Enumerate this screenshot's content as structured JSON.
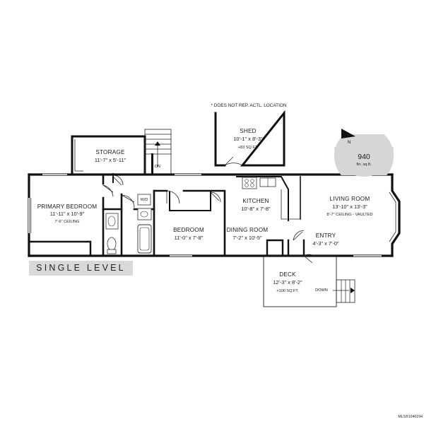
{
  "note": "* DOES NOT REP. ACTL. LOCATION",
  "compass_letter": "N",
  "area": {
    "value": "940",
    "unit": "fin. sq.ft."
  },
  "rooms": {
    "shed": {
      "name": "SHED",
      "dims": "10'-1\" x 8'-3\"",
      "extra": "+83 SQ.FT."
    },
    "storage": {
      "name": "STORAGE",
      "dims": "11'-7\" x 5'-11\""
    },
    "primary_bedroom": {
      "name": "PRIMARY BEDROOM",
      "dims": "11'-11\" x 10'-9\"",
      "ceiling": "7'-6\" CEILING"
    },
    "bedroom": {
      "name": "BEDROOM",
      "dims": "11'-0\" x 7'-8\""
    },
    "kitchen": {
      "name": "KITCHEN",
      "dims": "10'-8\" x 7'-8\""
    },
    "dining_room": {
      "name": "DINING ROOM",
      "dims": "7'-2\" x 10'-5\""
    },
    "living_room": {
      "name": "LIVING ROOM",
      "dims": "13'-10\" x 13'-3\"",
      "ceiling": "8'-7\" CEILING - VAULTED"
    },
    "entry": {
      "name": "ENTRY",
      "dims": "4'-3\" x 7'-0\""
    },
    "deck": {
      "name": "DECK",
      "dims": "12'-3\" x 8'-2\"",
      "extra": "+100 SQ.FT."
    }
  },
  "stair_labels": {
    "dn": "DN",
    "down": "DOWN"
  },
  "appliance_label": "W/D",
  "level_label": "SINGLE LEVEL",
  "listing_id": "MLS®1040194"
}
